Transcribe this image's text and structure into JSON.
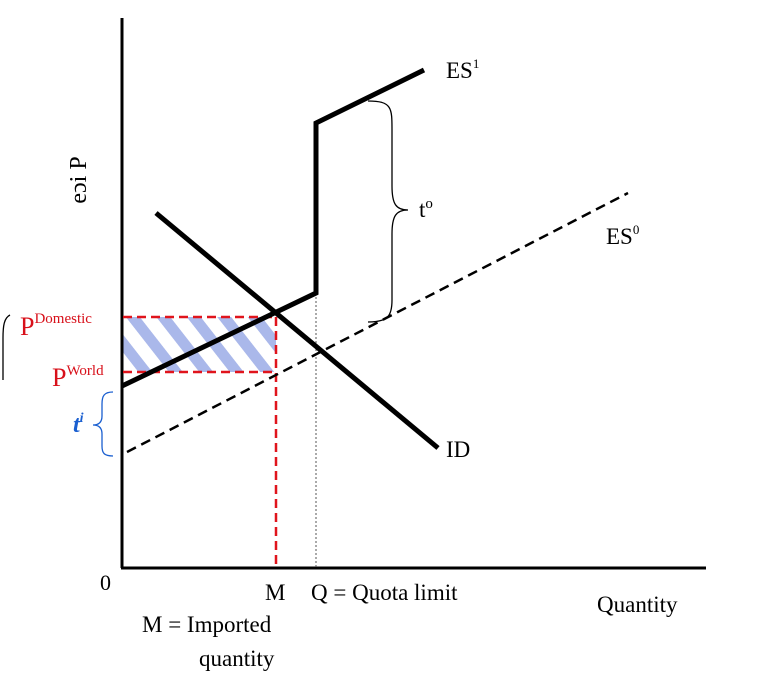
{
  "diagram": {
    "y_axis_label": "eɔi P",
    "origin_label": "0",
    "x_axis_label": "Quantity",
    "curves": {
      "es1": "ES",
      "es1_sup": "1",
      "es0": "ES",
      "es0_sup": "0",
      "id": "ID"
    },
    "prices": {
      "p_main": "P",
      "domestic_sup": "Domestic",
      "world_sup": "World"
    },
    "tariff_equivalent": {
      "t": "t",
      "sup": "o"
    },
    "tariff_import": {
      "t": "t",
      "sup": "i"
    },
    "x_marks": {
      "m": "M",
      "q": "Q = Quota limit",
      "m_desc_line1": "M = Imported",
      "m_desc_line2": "quantity"
    },
    "colors": {
      "axis": "#000000",
      "curve": "#000000",
      "red_guide": "#e0141c",
      "price_text": "#d8101a",
      "tariff_blue": "#1a5fd0",
      "hatch_blue": "#aab8ea"
    }
  }
}
